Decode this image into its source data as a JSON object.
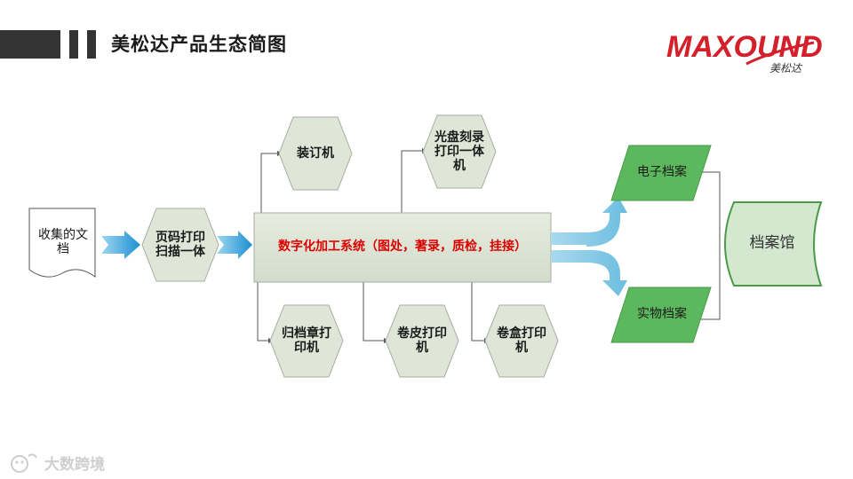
{
  "header": {
    "title": "美松达产品生态简图"
  },
  "logo": {
    "wordmark": "MAXOUND",
    "subtitle": "美松达",
    "icon": "maxound-logo"
  },
  "nodes": {
    "document": "收集的文\n档",
    "scan": "页码打印\n扫描一体",
    "system": "数字化加工系统（图处，著录，质检，挂接）",
    "binding": "装订机",
    "disc": "光盘刻录\n打印一体\n机",
    "seal": "归档章打\n印机",
    "cover": "卷皮打印\n机",
    "box": "卷盒打印\n机",
    "e_archive": "电子档案",
    "physical": "实物档案",
    "archive": "档案馆"
  },
  "watermark": {
    "text": "大数跨境",
    "icon": "brand-watermark-icon"
  },
  "colors": {
    "hex_fill": "#dfe6d8",
    "hex_stroke": "#a6ad9f",
    "system_text": "#dd0000",
    "parallelogram": "#5cb85c",
    "archive_fill": "#d4e8d0",
    "arrow_blue": "#3aa0d8",
    "arrow_light": "#7fc6e6",
    "logo_red": "#d4202a"
  }
}
